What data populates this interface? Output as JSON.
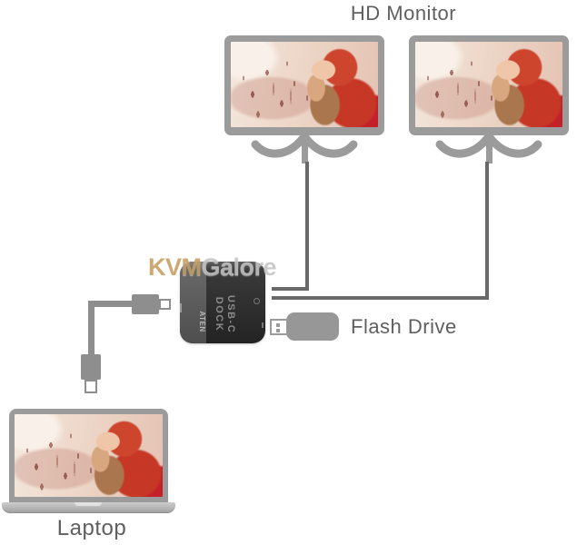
{
  "heading": {
    "hd_monitor": "HD Monitor"
  },
  "watermark": {
    "part_gold": "KVM",
    "part_gray": "Galore"
  },
  "dock": {
    "brand": "ATEN",
    "label_line1": "USB-C",
    "label_line2": "DOCK"
  },
  "flash_drive": {
    "label": "Flash Drive"
  },
  "laptop": {
    "label": "Laptop"
  },
  "colors": {
    "watermark_gold": "#c79e5e",
    "watermark_gray": "#c4c4c4",
    "device_gray": "#9b9b9b",
    "monitor_cable": "#696969",
    "usb_cable": "#8e8e8e",
    "dock_body": "#2c2c2c",
    "dock_strip": "#5a5a5a",
    "flash_drive_body": "#979797",
    "label_text": "#5f5f5f",
    "photo_red": "#c63726",
    "photo_background": "#ecd5c6"
  }
}
